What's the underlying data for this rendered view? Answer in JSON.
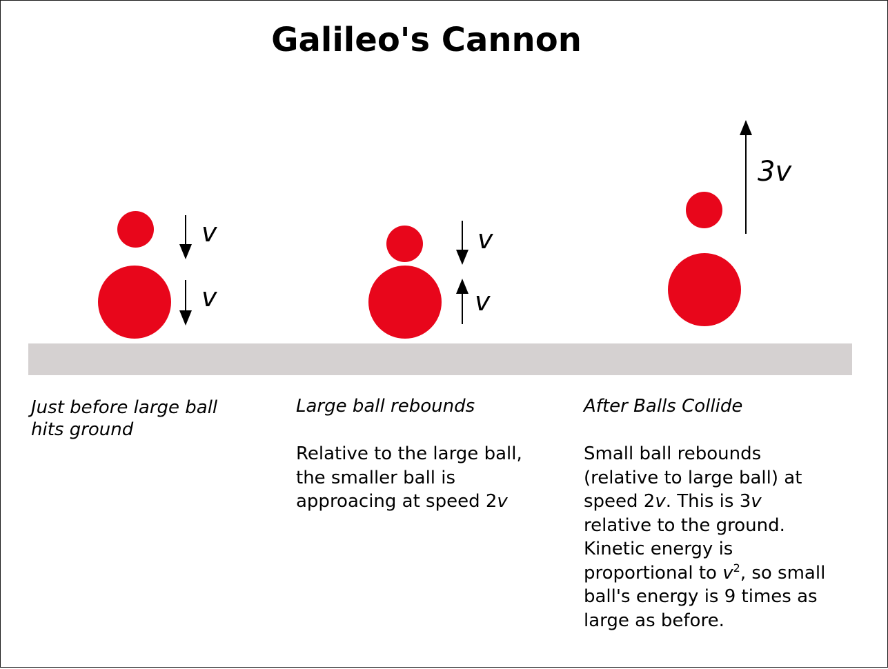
{
  "title": "Galileo's Cannon",
  "colors": {
    "ball": "#e8061b",
    "ground": "#d5d1d1",
    "arrow": "#000000"
  },
  "panel1": {
    "caption_line1": "Just before large ball",
    "caption_line2": "hits ground",
    "small_ball_velocity": "v",
    "large_ball_velocity": "v"
  },
  "panel2": {
    "caption": "Large ball rebounds",
    "small_ball_velocity": "v",
    "large_ball_velocity": "v",
    "body": {
      "line1": "Relative to the large ball,",
      "line2": "the smaller ball is",
      "line3_text": "approacing at speed 2",
      "line3_var": "v"
    }
  },
  "panel3": {
    "caption": "After Balls Collide",
    "small_ball_velocity": "3v",
    "body": {
      "line1": "Small ball rebounds",
      "line2": "(relative to large ball) at",
      "line3_a": "speed 2",
      "line3_var1": "v",
      "line3_b": ". This is 3",
      "line3_var2": "v",
      "line4": "relative to the ground.",
      "line5": "Kinetic energy is",
      "line6_a": "proportional to ",
      "line6_var": "v",
      "line6_sup": "2",
      "line6_b": ", so small",
      "line7": "ball's energy is 9 times as",
      "line8": "large as before."
    }
  }
}
